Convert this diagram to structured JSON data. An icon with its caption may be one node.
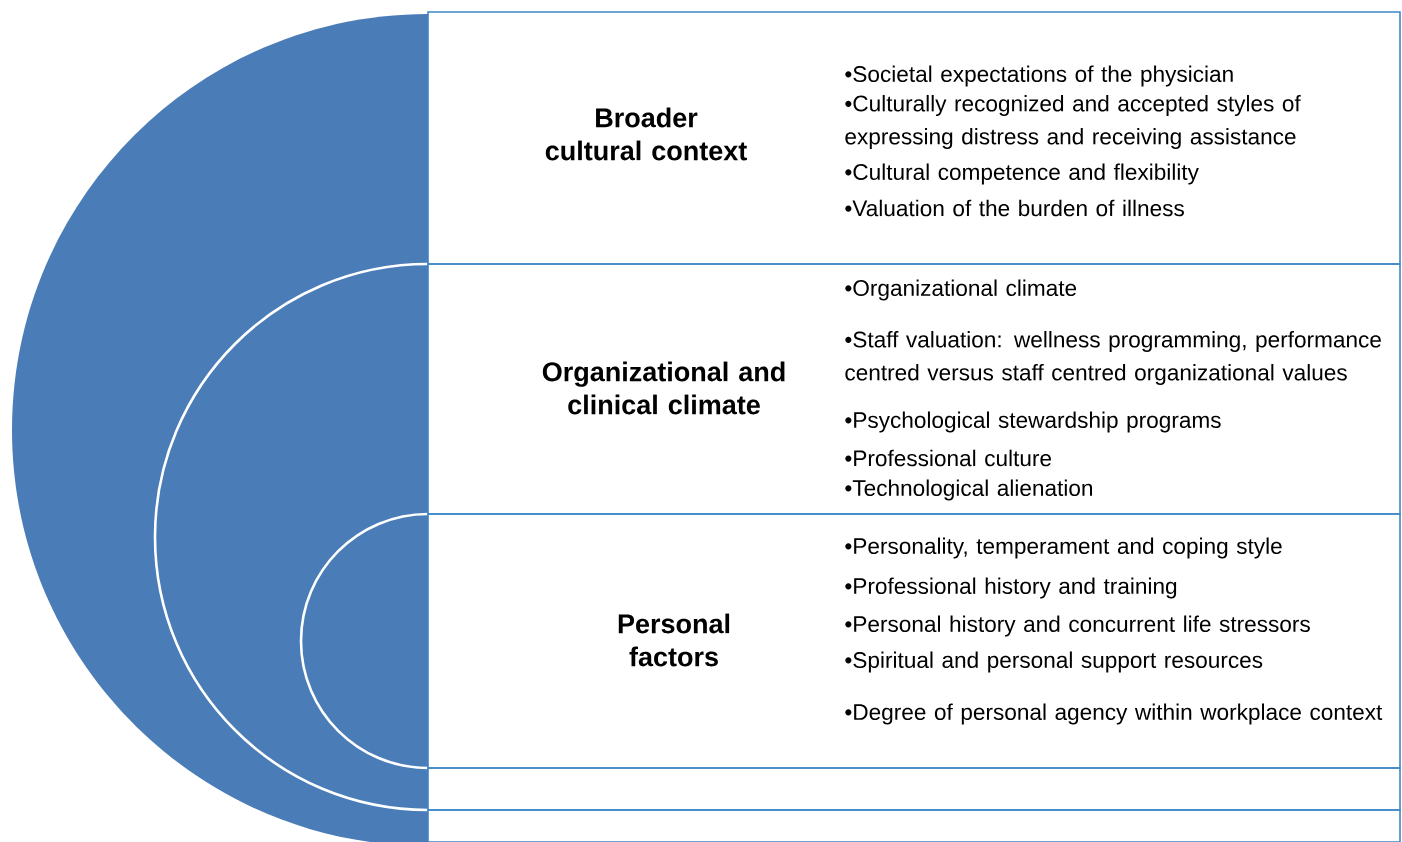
{
  "diagram": {
    "nodes": [
      {
        "text": [
          "Broader cultural context",
          "•Societal expectations of the physician",
          "•Culturally recognized and accepted styles of expressing distress and receiving assistance",
          "•Cultural competence and flexibility",
          "•Valuation of the burden of illness"
        ]
      },
      {
        "text": [
          "Organizational and clinical climate",
          "•Organizational climate",
          "•Staff valuation: wellness programming, performance centred versus staff centred organizational values",
          "•Psychological stewardship programs",
          "•Professional culture",
          "•Technological alienation"
        ]
      },
      {
        "text": [
          "Personal factors",
          "•Personality, temperament and coping style",
          "•Professional history and training",
          "•Personal history and concurrent life stressors",
          "•Spiritual and personal support resources",
          "•Degree of personal agency within workplace context"
        ]
      },
      {
        "text": [],
        "shape": "box"
      },
      {
        "text": [],
        "shape": "box"
      }
    ]
  }
}
